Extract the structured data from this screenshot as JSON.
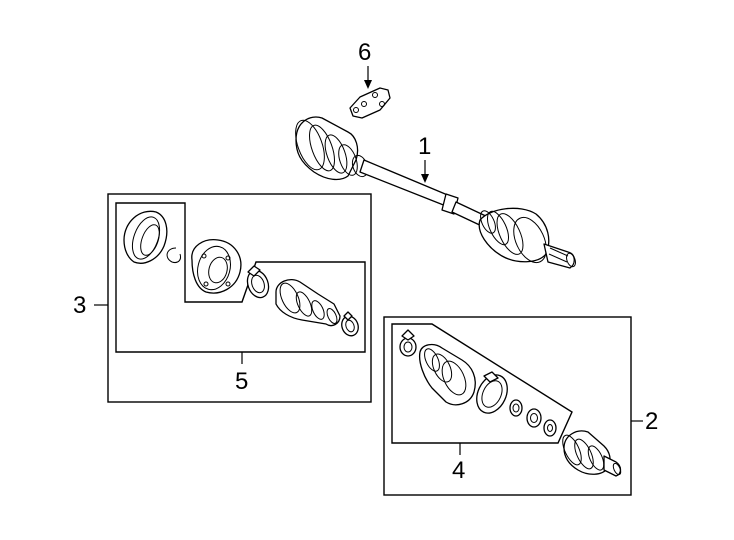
{
  "callouts": {
    "c1": "1",
    "c2": "2",
    "c3": "3",
    "c4": "4",
    "c5": "5",
    "c6": "6"
  },
  "icons": [
    "axle-shaft-assembly",
    "cv-joint",
    "cv-boot",
    "boot-clamp",
    "snap-ring",
    "bearing-hub",
    "plate"
  ]
}
